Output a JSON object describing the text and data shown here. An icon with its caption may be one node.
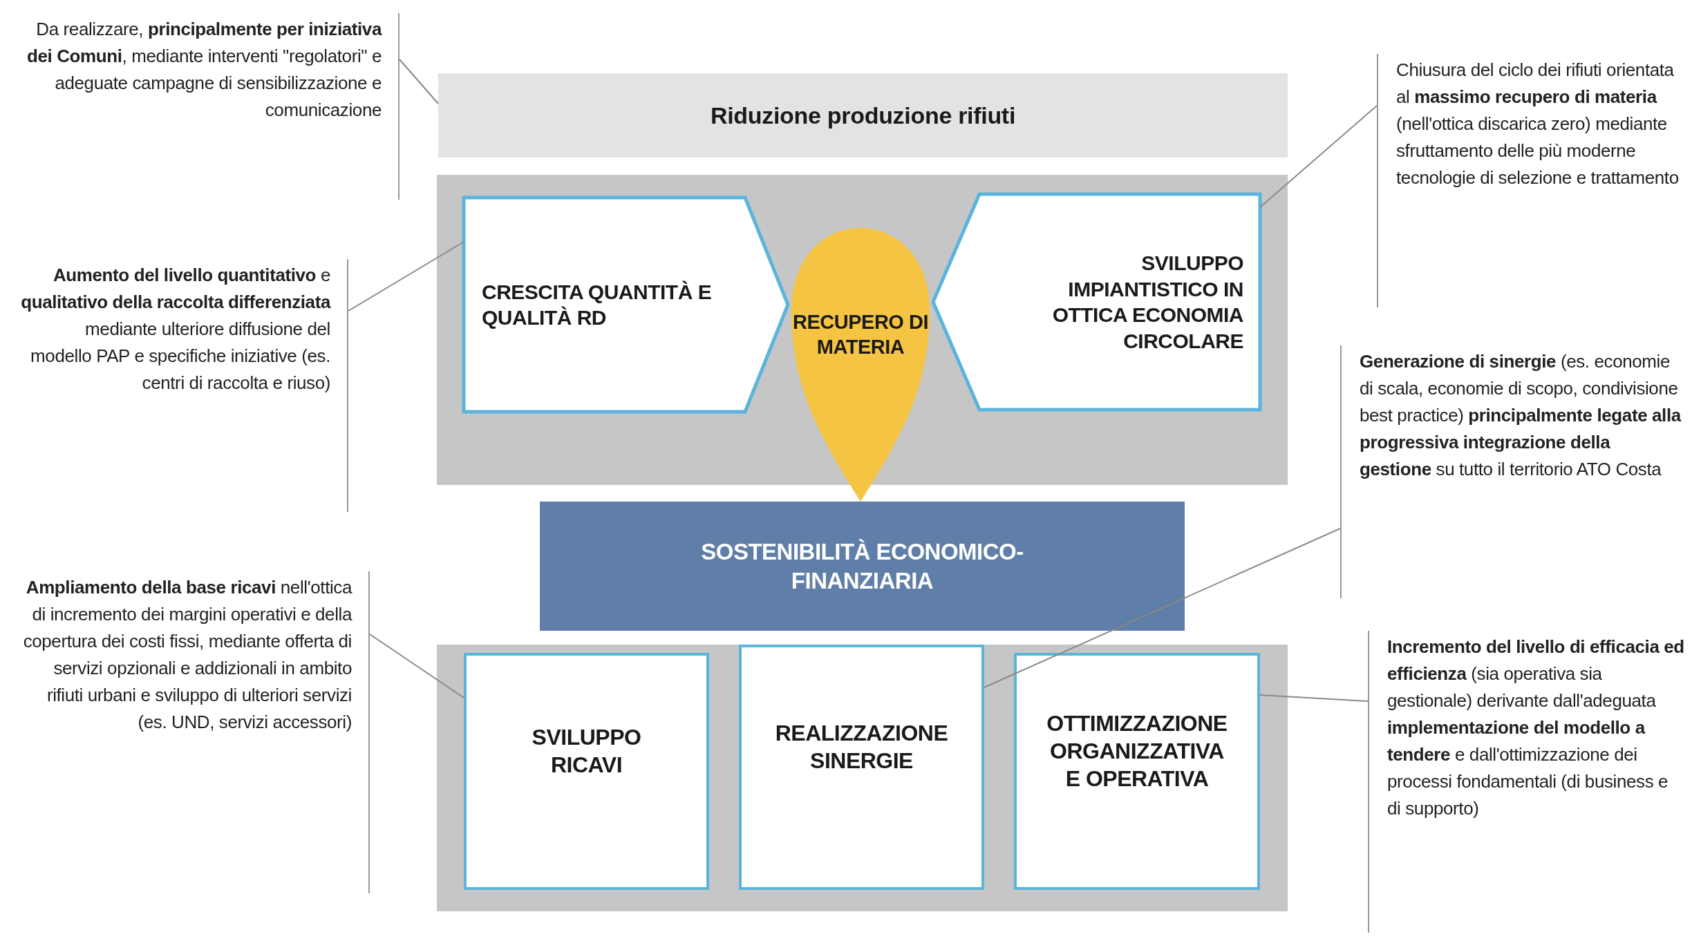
{
  "diagram": {
    "nodes": [
      {
        "text": [
          "Riduzione produzione rifiuti"
        ]
      },
      {
        "text": [],
        "shape": "box"
      },
      {
        "text": [
          "CRESCITA QUANTITÀ E QUALITÀ RD"
        ],
        "in": 1
      },
      {
        "text": [
          "RECUPERO DI MATERIA"
        ],
        "in": 1
      },
      {
        "text": [
          "SVILUPPO IMPIANTISTICO IN OTTICA ECONOMIA CIRCOLARE"
        ],
        "in": 1
      },
      {
        "text": [
          "SOSTENIBILITÀ ECONOMICO-FINANZIARIA"
        ]
      },
      {
        "text": [],
        "shape": "box"
      },
      {
        "text": [
          "SVILUPPO RICAVI"
        ],
        "in": 6
      },
      {
        "text": [
          "REALIZZAZIONE SINERGIE"
        ],
        "in": 6
      },
      {
        "text": [
          "OTTIMIZZAZIONE ORGANIZZATIVA E OPERATIVA"
        ],
        "in": 6
      },
      {
        "text": [
          "Da realizzare, **principalmente per iniziativa dei Comuni**, mediante interventi \"regolatori\" e adeguate campagne di sensibilizzazione e comunicazione"
        ]
      },
      {
        "text": [
          "**Aumento del livello quantitativo** e **qualitativo della raccolta differenziata** mediante ulteriore diffusione del modello PAP e specifiche iniziative (es. centri di raccolta e riuso)"
        ]
      },
      {
        "text": [
          "**Ampliamento della base ricavi** nell'ottica di incremento dei margini operativi e della copertura dei costi fissi, mediante offerta di servizi opzionali e addizionali in ambito rifiuti urbani e sviluppo di ulteriori servizi (es. UND, servizi accessori)"
        ]
      },
      {
        "text": [
          "Chiusura del ciclo dei rifiuti orientata al **massimo recupero di materia** (nell'ottica discarica zero) mediante sfruttamento delle più moderne tecnologie di selezione e trattamento"
        ]
      },
      {
        "text": [
          "**Generazione di sinergie** (es. economie di scala, economie di scopo, condivisione best practice) **principalmente legate alla progressiva integrazione della gestione** su tutto il territorio ATO Costa"
        ]
      },
      {
        "text": [
          "**Incremento del livello di efficacia ed efficienza** (sia operativa sia gestionale) derivante dall'adeguata **implementazione del modello a tendere** e dall'ottimizzazione dei processi fondamentali (di business e di supporto)"
        ]
      }
    ],
    "edges": [
      {
        "from": 10,
        "to": 0,
        "arrow": "none"
      },
      {
        "from": 11,
        "to": 2,
        "arrow": "none"
      },
      {
        "from": 12,
        "to": 7,
        "arrow": "none"
      },
      {
        "from": 13,
        "to": 4,
        "arrow": "none"
      },
      {
        "from": 14,
        "to": 8,
        "arrow": "none"
      },
      {
        "from": 15,
        "to": 9,
        "arrow": "none"
      }
    ]
  }
}
